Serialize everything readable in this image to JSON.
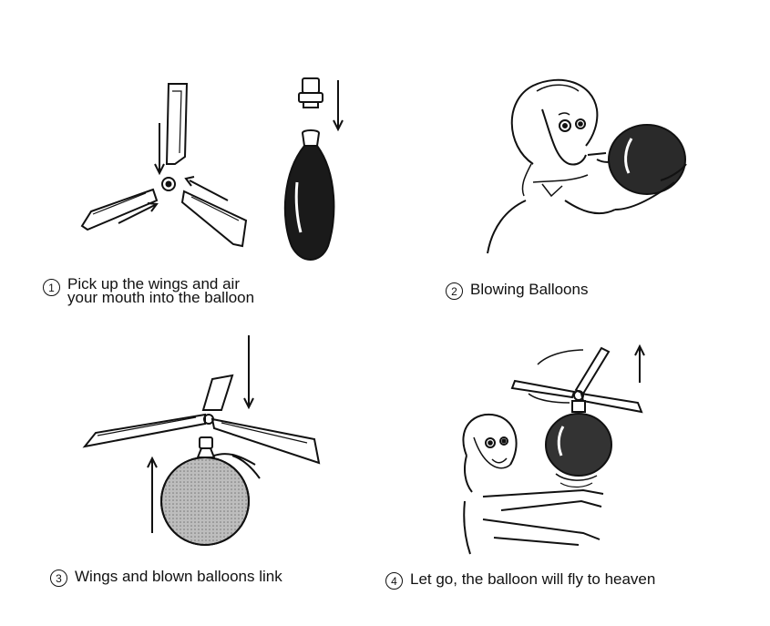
{
  "steps": [
    {
      "number": "1",
      "lines": [
        "Pick up the wings and air",
        "your mouth into the balloon"
      ]
    },
    {
      "number": "2",
      "text": "Blowing Balloons"
    },
    {
      "number": "3",
      "text": "Wings and blown balloons link"
    },
    {
      "number": "4",
      "text": "Let go, the balloon will fly to heaven"
    }
  ]
}
